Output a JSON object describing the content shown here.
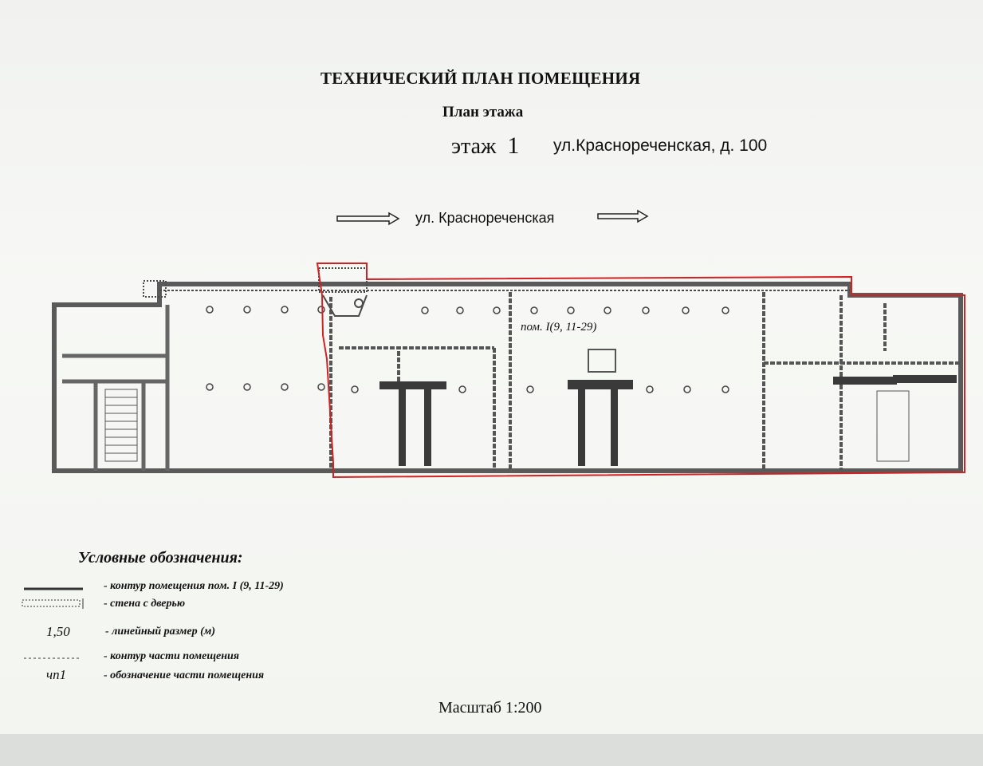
{
  "document": {
    "title": "ТЕХНИЧЕСКИЙ ПЛАН ПОМЕЩЕНИЯ",
    "subtitle": "План этажа",
    "floor_label": "этаж",
    "floor_number": "1",
    "address": "ул.Краснореченская, д. 100",
    "street_label": "ул. Краснореченская",
    "room_label": "пом. I(9, 11-29)"
  },
  "legend": {
    "title": "Условные обозначения:",
    "items": [
      {
        "sample": "",
        "text": "- контур помещения  пом. I (9, 11-29)"
      },
      {
        "sample": "",
        "text": "- стена с дверью"
      },
      {
        "sample": "1,50",
        "text": "- линейный размер (м)"
      },
      {
        "sample": "",
        "text": "- контур части помещения"
      },
      {
        "sample": "чп1",
        "text": "- обозначение части помещения"
      }
    ]
  },
  "scale": "Масштаб 1:200",
  "colors": {
    "outline": "#d42020",
    "walls": "#3a3a3a"
  }
}
